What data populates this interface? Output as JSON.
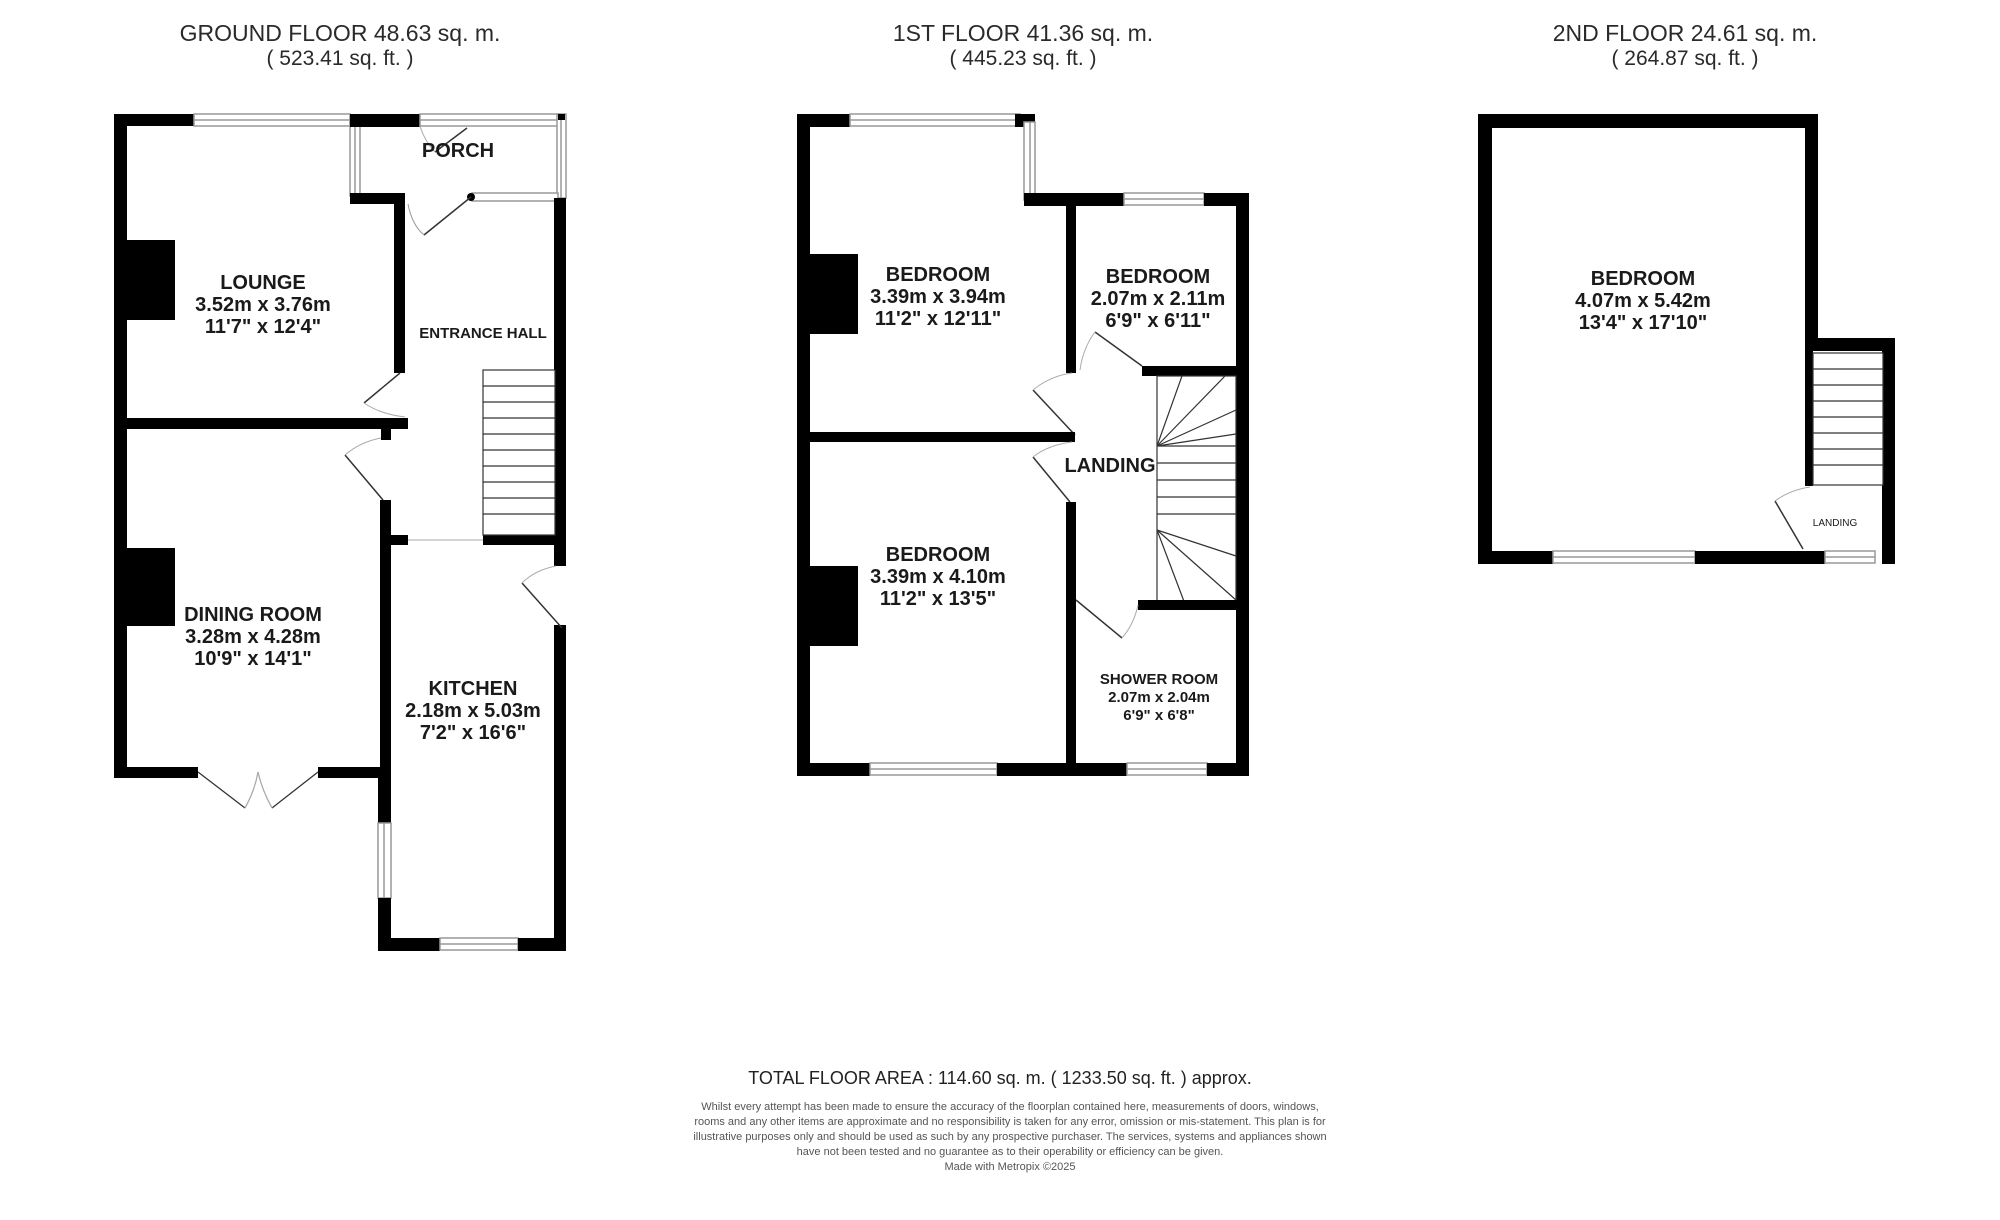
{
  "floors": [
    {
      "title": "GROUND FLOOR 48.63 sq. m.",
      "subtitle": "( 523.41 sq. ft. )",
      "rooms": [
        {
          "name": "PORCH"
        },
        {
          "name": "LOUNGE",
          "metric": "3.52m x 3.76m",
          "imperial": "11'7\" x 12'4\""
        },
        {
          "name": "ENTRANCE HALL"
        },
        {
          "name": "DINING ROOM",
          "metric": "3.28m x 4.28m",
          "imperial": "10'9\" x 14'1\""
        },
        {
          "name": "KITCHEN",
          "metric": "2.18m x 5.03m",
          "imperial": "7'2\" x 16'6\""
        }
      ]
    },
    {
      "title": "1ST FLOOR 41.36 sq. m.",
      "subtitle": "( 445.23 sq. ft. )",
      "rooms": [
        {
          "name": "BEDROOM",
          "metric": "3.39m x 3.94m",
          "imperial": "11'2\" x 12'11\""
        },
        {
          "name": "BEDROOM",
          "metric": "2.07m x 2.11m",
          "imperial": "6'9\" x 6'11\""
        },
        {
          "name": "LANDING"
        },
        {
          "name": "BEDROOM",
          "metric": "3.39m x 4.10m",
          "imperial": "11'2\" x 13'5\""
        },
        {
          "name": "SHOWER ROOM",
          "metric": "2.07m x 2.04m",
          "imperial": "6'9\" x 6'8\""
        }
      ]
    },
    {
      "title": "2ND FLOOR 24.61 sq. m.",
      "subtitle": "( 264.87 sq. ft. )",
      "rooms": [
        {
          "name": "BEDROOM",
          "metric": "4.07m x 5.42m",
          "imperial": "13'4\" x 17'10\""
        },
        {
          "name": "LANDING"
        }
      ]
    }
  ],
  "footer": {
    "total": "TOTAL FLOOR AREA : 114.60 sq. m. ( 1233.50 sq. ft. ) approx.",
    "disclaimer": "Whilst every attempt has been made to ensure the accuracy of the floorplan contained here, measurements of doors, windows, rooms and any other items are approximate and no responsibility is taken for any error, omission or mis-statement. This plan is for illustrative purposes only and should be used as such by any prospective purchaser. The services, systems and appliances shown have not been tested and no guarantee as to their operability or efficiency can be given.",
    "credit": "Made with Metropix ©2025"
  },
  "colors": {
    "wall": "#000000",
    "window": "#9a9a9a",
    "text": "#1a1a1a"
  }
}
